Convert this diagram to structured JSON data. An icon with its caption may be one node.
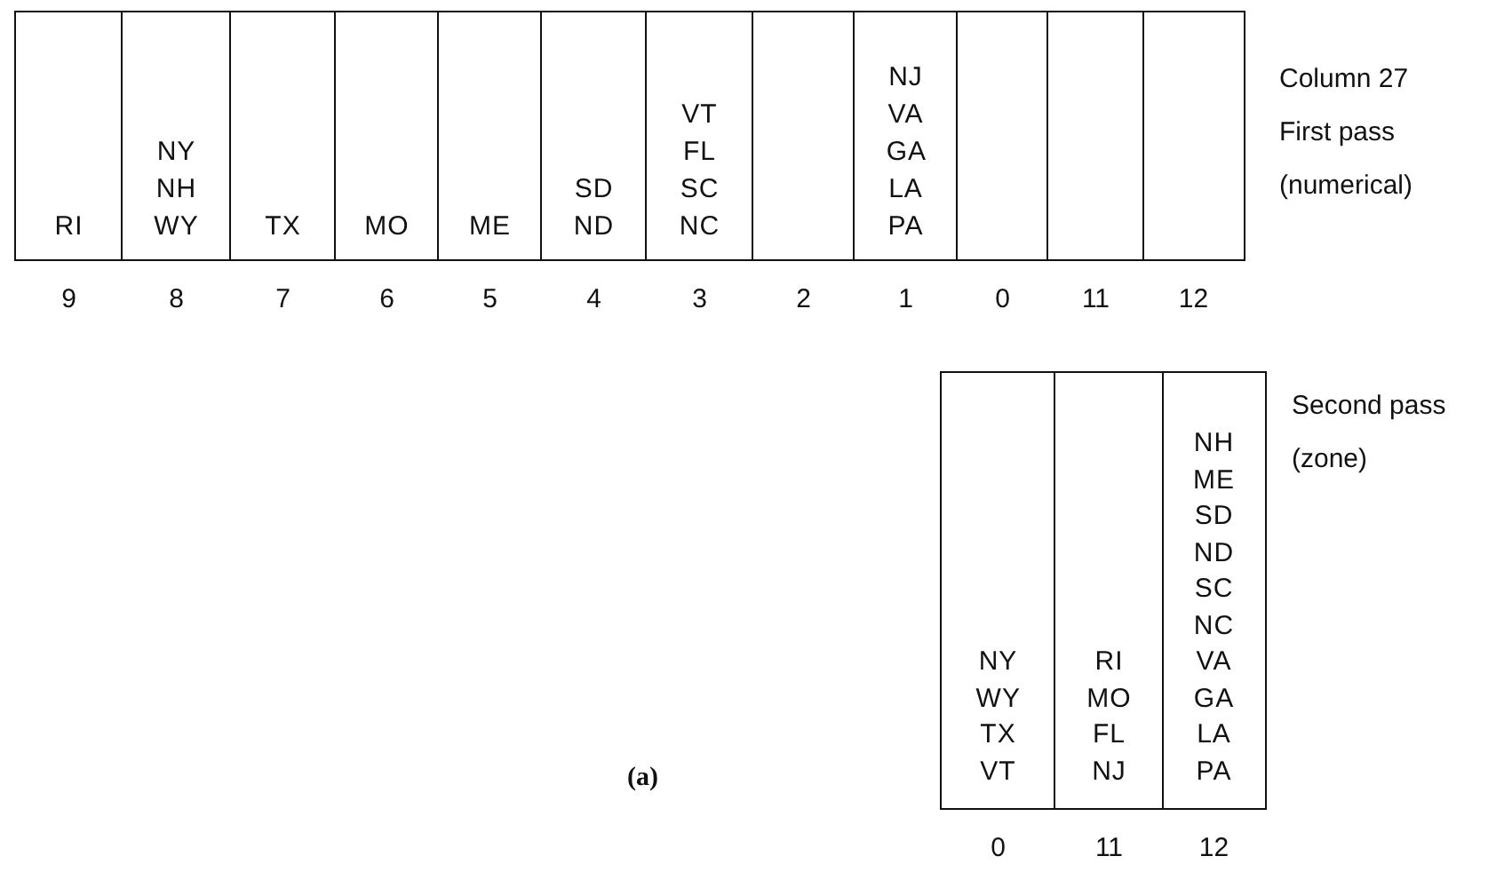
{
  "diagram": {
    "nodes": [
      {
        "text": [
          "RI"
        ],
        "beside": [
          "9"
        ]
      },
      {
        "text": [
          "NY NH WY"
        ],
        "beside": [
          "8"
        ]
      },
      {
        "text": [
          "TX"
        ],
        "beside": [
          "7"
        ]
      },
      {
        "text": [
          "MO"
        ],
        "beside": [
          "6"
        ]
      },
      {
        "text": [
          "ME"
        ],
        "beside": [
          "5"
        ]
      },
      {
        "text": [
          "SD ND"
        ],
        "beside": [
          "4"
        ]
      },
      {
        "text": [
          "VT FL SC NC"
        ],
        "beside": [
          "3"
        ]
      },
      {
        "text": [],
        "shape": "box",
        "beside": [
          "2"
        ]
      },
      {
        "text": [
          "NJ VA GA LA PA"
        ],
        "beside": [
          "1"
        ]
      },
      {
        "text": [],
        "shape": "box",
        "beside": [
          "0"
        ]
      },
      {
        "text": [],
        "shape": "box",
        "beside": [
          "11"
        ]
      },
      {
        "text": [],
        "shape": "box",
        "beside": [
          "12"
        ]
      },
      {
        "text": [
          "NY WY TX VT"
        ],
        "beside": [
          "0"
        ]
      },
      {
        "text": [
          "RI MO FL NJ"
        ],
        "beside": [
          "11"
        ]
      },
      {
        "text": [
          "NH ME SD ND SC NC VA GA LA PA"
        ],
        "beside": [
          "12"
        ]
      }
    ],
    "labels": [
      "Column 27",
      "First pass (numerical)",
      "Second pass (zone)",
      "(a)"
    ]
  }
}
